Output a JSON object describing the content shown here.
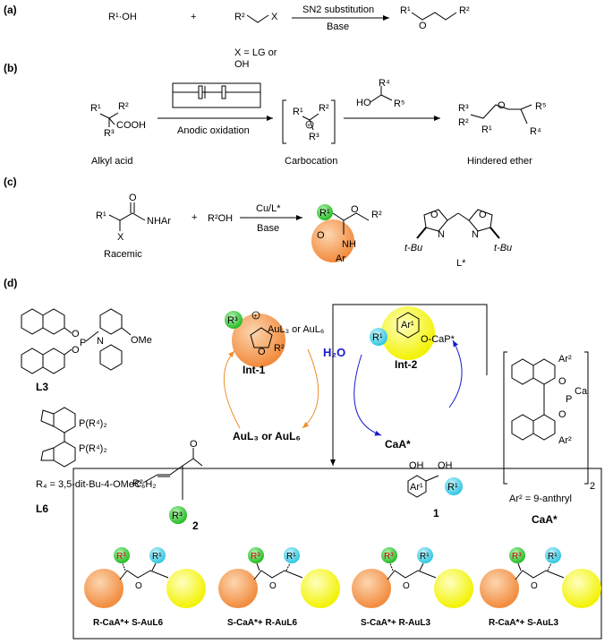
{
  "panels": {
    "a": {
      "tag": "(a)",
      "r1oh": "R¹·OH",
      "plus": "+",
      "r2": "R²",
      "x": "X",
      "cond_top": "SN2 substitution",
      "cond_bottom": "Base",
      "prod_r1": "R¹",
      "prod_o": "O",
      "prod_r2": "R²",
      "x_note_1": "X = LG or",
      "x_note_2": "OH"
    },
    "b": {
      "tag": "(b)",
      "r1": "R¹",
      "r2": "R²",
      "r3": "R³",
      "cooh": "COOH",
      "anodic": "Anodic oxidation",
      "cat_r1": "R¹",
      "cat_r2": "R²",
      "cat_r3": "R³",
      "ho": "HO",
      "r4": "R⁴",
      "r5": "R⁵",
      "p_r3": "R³",
      "p_r2": "R²",
      "p_r1": "R¹",
      "p_o": "O",
      "p_r5": "R⁵",
      "p_r4": "R⁴",
      "label_acid": "Alkyl acid",
      "label_cation": "Carbocation",
      "label_ether": "Hindered ether"
    },
    "c": {
      "tag": "(c)",
      "r1": "R¹",
      "o": "O",
      "nhar": "NHAr",
      "x": "X",
      "plus": "+",
      "r2oh": "R²OH",
      "cond_top": "Cu/L*",
      "cond_bottom": "Base",
      "racemic": "Racemic",
      "p_r1": "R¹",
      "p_o": "O",
      "p_r2": "R²",
      "p_o2": "O",
      "p_nh": "NH",
      "p_ar": "Ar",
      "lig_o1": "O",
      "lig_o2": "O",
      "lig_n1": "N",
      "lig_n2": "N",
      "lig_tbu1": "t-Bu",
      "lig_tbu2": "t-Bu",
      "lig_label": "L*"
    },
    "d": {
      "tag": "(d)",
      "l3_o1": "O",
      "l3_o2": "O",
      "l3_p": "P",
      "l3_n": "N",
      "l3_ome": "OMe",
      "l3_label": "L3",
      "l6_p1": "P(R⁴)₂",
      "l6_p2": "P(R⁴)₂",
      "l6_r4": "R₄ = 3,5-dit-Bu-4-OMeC₆H₂",
      "l6_label": "L6",
      "int1_r3": "R³",
      "int1_metal": "AuL₃ or AuL₆",
      "int1_o": "O",
      "int1_r2": "R²",
      "int1_label": "Int-1",
      "h2o": "H₂O",
      "int2_ar": "Ar¹",
      "int2_r1": "R¹",
      "int2_ocap": "O-CaP*",
      "int2_label": "Int-2",
      "aul": "AuL₃ or AuL₆",
      "caa": "CaA*",
      "sub2_r2": "R²",
      "sub2_o": "O",
      "sub2_r3": "R³",
      "sub2_label": "2",
      "sub1_oh1": "OH",
      "sub1_oh2": "OH",
      "sub1_ar": "Ar¹",
      "sub1_r1": "R¹",
      "sub1_label": "1",
      "caa_ar1": "Ar²",
      "caa_ar2": "Ar²",
      "caa_o1": "O",
      "caa_o2": "O",
      "caa_p": "P",
      "caa_ca": "Ca",
      "caa_two": "2",
      "caa_ar_note": "Ar² = 9-anthryl",
      "caa_label": "CaA*"
    }
  },
  "products": [
    {
      "r3": "R³",
      "r1": "R¹",
      "o": "O",
      "label": "R-CaA*+ S-AuL6"
    },
    {
      "r3": "R³",
      "r1": "R¹",
      "o": "O",
      "label": "S-CaA*+ R-AuL6"
    },
    {
      "r3": "R³",
      "r1": "R¹",
      "o": "O",
      "label": "S-CaA*+ R-AuL3"
    },
    {
      "r3": "R³",
      "r1": "R¹",
      "o": "O",
      "label": "R-CaA*+ S-AuL3"
    }
  ],
  "colors": {
    "orange": "#f5a05a",
    "orange_light": "#fbd2a8",
    "yellow": "#ffff33",
    "green": "#33cc33",
    "cyan": "#44d4e8",
    "blue_arrow": "#1a1ad0",
    "orange_arrow": "#f08c28",
    "h2o_blue": "#1a1ad0"
  }
}
